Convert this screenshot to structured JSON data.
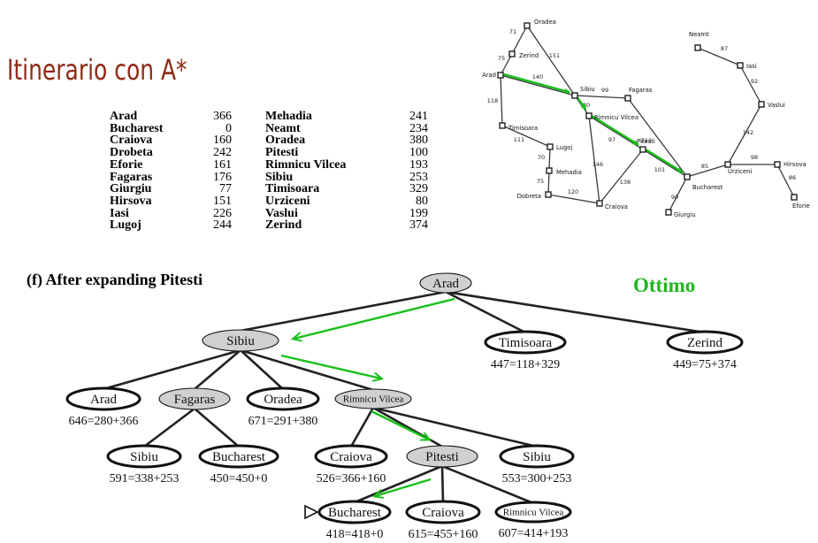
{
  "title": "Itinerario con A*",
  "heuristic_table": {
    "left": [
      {
        "city": "Arad",
        "value": "366"
      },
      {
        "city": "Bucharest",
        "value": "0"
      },
      {
        "city": "Craiova",
        "value": "160"
      },
      {
        "city": "Drobeta",
        "value": "242"
      },
      {
        "city": "Eforie",
        "value": "161"
      },
      {
        "city": "Fagaras",
        "value": "176"
      },
      {
        "city": "Giurgiu",
        "value": "77"
      },
      {
        "city": "Hirsova",
        "value": "151"
      },
      {
        "city": "Iasi",
        "value": "226"
      },
      {
        "city": "Lugoj",
        "value": "244"
      }
    ],
    "right": [
      {
        "city": "Mehadia",
        "value": "241"
      },
      {
        "city": "Neamt",
        "value": "234"
      },
      {
        "city": "Oradea",
        "value": "380"
      },
      {
        "city": "Pitesti",
        "value": "100"
      },
      {
        "city": "Rimnicu Vilcea",
        "value": "193"
      },
      {
        "city": "Sibiu",
        "value": "253"
      },
      {
        "city": "Timisoara",
        "value": "329"
      },
      {
        "city": "Urziceni",
        "value": "80"
      },
      {
        "city": "Vaslui",
        "value": "199"
      },
      {
        "city": "Zerind",
        "value": "374"
      }
    ]
  },
  "map": {
    "cities": [
      "Oradea",
      "Zerind",
      "Arad",
      "Sibiu",
      "Fagaras",
      "Timisoara",
      "Rimnicu Vilcea",
      "Lugoj",
      "Pitesti",
      "Mehadia",
      "Dobreta",
      "Craiova",
      "Bucharest",
      "Giurgiu",
      "Urziceni",
      "Hirsova",
      "Eforie",
      "Neamt",
      "Iasi",
      "Vaslui"
    ],
    "roads": [
      {
        "from": "Oradea",
        "to": "Zerind",
        "cost": "71"
      },
      {
        "from": "Oradea",
        "to": "Sibiu",
        "cost": "151"
      },
      {
        "from": "Zerind",
        "to": "Arad",
        "cost": "75"
      },
      {
        "from": "Arad",
        "to": "Sibiu",
        "cost": "140"
      },
      {
        "from": "Arad",
        "to": "Timisoara",
        "cost": "118"
      },
      {
        "from": "Timisoara",
        "to": "Lugoj",
        "cost": "111"
      },
      {
        "from": "Lugoj",
        "to": "Mehadia",
        "cost": "70"
      },
      {
        "from": "Mehadia",
        "to": "Dobreta",
        "cost": "75"
      },
      {
        "from": "Dobreta",
        "to": "Craiova",
        "cost": "120"
      },
      {
        "from": "Sibiu",
        "to": "Fagaras",
        "cost": "99"
      },
      {
        "from": "Sibiu",
        "to": "Rimnicu Vilcea",
        "cost": "80"
      },
      {
        "from": "Rimnicu Vilcea",
        "to": "Pitesti",
        "cost": "97"
      },
      {
        "from": "Rimnicu Vilcea",
        "to": "Craiova",
        "cost": "146"
      },
      {
        "from": "Craiova",
        "to": "Pitesti",
        "cost": "138"
      },
      {
        "from": "Fagaras",
        "to": "Bucharest",
        "cost": "211"
      },
      {
        "from": "Pitesti",
        "to": "Bucharest",
        "cost": "101"
      },
      {
        "from": "Bucharest",
        "to": "Giurgiu",
        "cost": "90"
      },
      {
        "from": "Bucharest",
        "to": "Urziceni",
        "cost": "85"
      },
      {
        "from": "Urziceni",
        "to": "Hirsova",
        "cost": "98"
      },
      {
        "from": "Hirsova",
        "to": "Eforie",
        "cost": "86"
      },
      {
        "from": "Urziceni",
        "to": "Vaslui",
        "cost": "142"
      },
      {
        "from": "Vaslui",
        "to": "Iasi",
        "cost": "92"
      },
      {
        "from": "Iasi",
        "to": "Neamt",
        "cost": "87"
      }
    ],
    "optimal_path": [
      "Arad",
      "Sibiu",
      "Rimnicu Vilcea",
      "Pitesti",
      "Bucharest"
    ],
    "path_color": "#19c019"
  },
  "tree": {
    "heading": "(f) After expanding Pitesti",
    "optimal_label": "Ottimo",
    "optimal_label_color": "#1fb61f",
    "expanded_fill": "#d0d0d0",
    "nodes": [
      {
        "id": "arad_root",
        "label": "Arad",
        "f": "",
        "expanded": true
      },
      {
        "id": "sibiu",
        "label": "Sibiu",
        "f": "",
        "expanded": true
      },
      {
        "id": "timisoara",
        "label": "Timisoara",
        "f": "447=118+329",
        "expanded": false
      },
      {
        "id": "zerind",
        "label": "Zerind",
        "f": "449=75+374",
        "expanded": false
      },
      {
        "id": "arad_2",
        "label": "Arad",
        "f": "646=280+366",
        "expanded": false
      },
      {
        "id": "fagaras",
        "label": "Fagaras",
        "f": "",
        "expanded": true
      },
      {
        "id": "oradea",
        "label": "Oradea",
        "f": "671=291+380",
        "expanded": false
      },
      {
        "id": "rimnicu",
        "label": "Rimnicu Vilcea",
        "f": "",
        "expanded": true
      },
      {
        "id": "sibiu_f",
        "label": "Sibiu",
        "f": "591=338+253",
        "expanded": false
      },
      {
        "id": "bucharest_f",
        "label": "Bucharest",
        "f": "450=450+0",
        "expanded": false
      },
      {
        "id": "craiova_r",
        "label": "Craiova",
        "f": "526=366+160",
        "expanded": false
      },
      {
        "id": "pitesti",
        "label": "Pitesti",
        "f": "",
        "expanded": true
      },
      {
        "id": "sibiu_r",
        "label": "Sibiu",
        "f": "553=300+253",
        "expanded": false
      },
      {
        "id": "bucharest_p",
        "label": "Bucharest",
        "f": "418=418+0",
        "expanded": false,
        "selected": true
      },
      {
        "id": "craiova_p",
        "label": "Craiova",
        "f": "615=455+160",
        "expanded": false
      },
      {
        "id": "rimnicu_p",
        "label": "Rimnicu Vilcea",
        "f": "607=414+193",
        "expanded": false
      }
    ],
    "edges": [
      [
        "arad_root",
        "sibiu"
      ],
      [
        "arad_root",
        "timisoara"
      ],
      [
        "arad_root",
        "zerind"
      ],
      [
        "sibiu",
        "arad_2"
      ],
      [
        "sibiu",
        "fagaras"
      ],
      [
        "sibiu",
        "oradea"
      ],
      [
        "sibiu",
        "rimnicu"
      ],
      [
        "fagaras",
        "sibiu_f"
      ],
      [
        "fagaras",
        "bucharest_f"
      ],
      [
        "rimnicu",
        "craiova_r"
      ],
      [
        "rimnicu",
        "pitesti"
      ],
      [
        "rimnicu",
        "sibiu_r"
      ],
      [
        "pitesti",
        "bucharest_p"
      ],
      [
        "pitesti",
        "craiova_p"
      ],
      [
        "pitesti",
        "rimnicu_p"
      ]
    ],
    "green_arrows": [
      [
        "arad_root",
        "sibiu"
      ],
      [
        "sibiu",
        "rimnicu"
      ],
      [
        "rimnicu",
        "pitesti"
      ],
      [
        "pitesti",
        "bucharest_p"
      ]
    ]
  }
}
